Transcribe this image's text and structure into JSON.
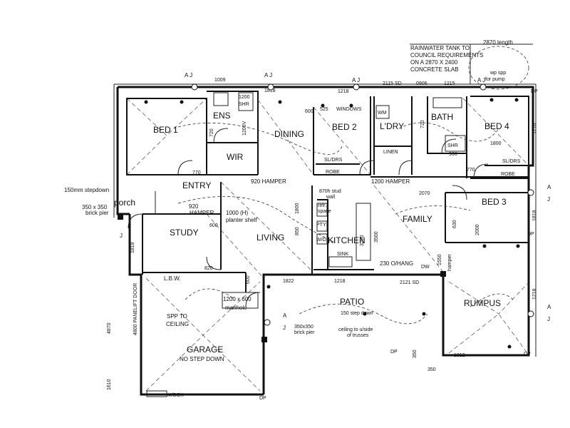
{
  "rooms": {
    "bed1": "BED 1",
    "ens": "ENS",
    "wir": "WIR",
    "dining": "DINING",
    "bed2": "BED 2",
    "ldry": "L'DRY",
    "bath": "BATH",
    "bed4": "BED 4",
    "entry": "ENTRY",
    "porch": "porch",
    "study": "STUDY",
    "living": "LIVING",
    "kitchen": "KITCHEN",
    "family": "FAMILY",
    "bed3": "BED 3",
    "patio": "PATIO",
    "rumpus": "RUMPUS",
    "garage": "GARAGE",
    "garage_note": "NO STEP DOWN"
  },
  "notes": {
    "tank_1": "RAINWATER TANK TO",
    "tank_2": "COUNCIL REQUIREMENTS",
    "tank_3": "ON A 2870 X 2400",
    "tank_4": "CONCRETE SLAB",
    "tank_length": "2870 length",
    "wp_spp": "wp spp",
    "for_pump": "for pump",
    "windows": "WINDOWS",
    "hamper_920_top": "920 HAMPER",
    "hamper_1200": "1200 HAMPER",
    "stud_wall_1": "870h stud",
    "stud_wall_2": "wall",
    "stepdown": "150mm stepdown",
    "pier_1": "350 x 350",
    "pier_2": "brick pier",
    "hamper_920_study": "920",
    "hamper_word": "HAMPER",
    "planter_1": "1000 (H)",
    "planter_2": "planter shelf",
    "overhang": "230 O/HANG",
    "manhole_1": "1200 x 600",
    "manhole_2": "manhole",
    "spp_1": "SPP TO",
    "spp_2": "CEILING",
    "lbw": "L.B.W.",
    "step_down_patio": "150 step down",
    "patio_pier_1": "350x350",
    "patio_pier_2": "brick pier",
    "ceiling_1": "ceiling to u/side",
    "ceiling_2": "of trusses",
    "panelift": "4800 PANELIFT DOOR",
    "mbox": "M/BOX",
    "hamper_vertical": "hamper",
    "sink": "SINK",
    "pty": "PTY",
    "wo": "W/O",
    "fridge_1": "refr.",
    "fridge_2": "space",
    "dw": "DW",
    "robe": "ROBE",
    "linen": "LINEN",
    "shr": "SHR",
    "wm": "WM",
    "sl_drs": "SL/DRS"
  },
  "dimensions": {
    "d1009": "1009",
    "d1818_top": "1818",
    "d1218_top": "1218",
    "d2115": "2115 SD",
    "d0906": "0906",
    "d1215": "1215",
    "d1200_ens": "1200",
    "d1200v": "1200V",
    "d720_a": "720",
    "d720_b": "720",
    "d770_a": "770",
    "d770_b": "770",
    "d600_a": "600",
    "d525": "525",
    "d1800": "1800",
    "d900": "900",
    "d2070": "2070",
    "d1800_ws": "1800",
    "d3200": "3200",
    "d3500": "3500",
    "d850": "850",
    "d1550": "1550",
    "d600_b": "600",
    "d600_c": "600",
    "d1822": "1822",
    "d1218_mid": "1218",
    "d2121": "2121 SD",
    "d1812": "1812",
    "d350": "350",
    "d350b": "350",
    "d4870": "4870",
    "d1610": "1610",
    "d820": "820",
    "d2000": "2000",
    "d630": "630",
    "d1818_left": "1818",
    "d1818_right": "1818",
    "d1218_right": "1218",
    "d1218_r2": "1218",
    "dp": "DP",
    "aj": "A  J",
    "a": "A",
    "j": "J"
  }
}
